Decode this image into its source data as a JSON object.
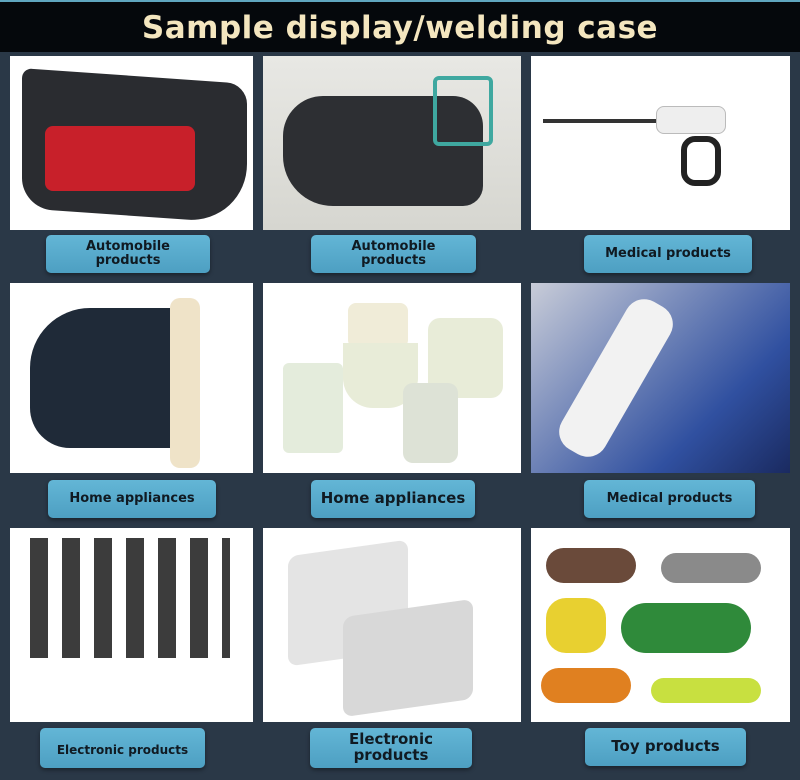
{
  "title": "Sample display/welding case",
  "items": [
    {
      "label": "Automobile products",
      "image": "car-door-panel"
    },
    {
      "label": "Automobile products",
      "image": "intake-manifold"
    },
    {
      "label": "Medical products",
      "image": "surgical-stapler"
    },
    {
      "label": "Home appliances",
      "image": "vacuum-dust-cup"
    },
    {
      "label": "Home appliances",
      "image": "transparent-containers"
    },
    {
      "label": "Medical products",
      "image": "surgical-instrument"
    },
    {
      "label": "Electronic products",
      "image": "power-adapters"
    },
    {
      "label": "Electronic products",
      "image": "power-bank"
    },
    {
      "label": "Toy products",
      "image": "toy-dinosaurs"
    }
  ]
}
